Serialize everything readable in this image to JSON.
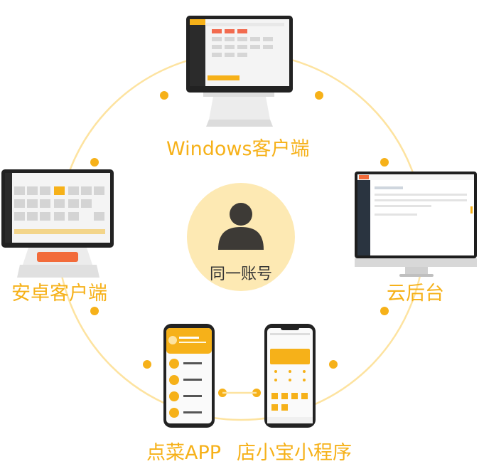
{
  "center": {
    "label": "同一账号",
    "icon": "user-avatar-icon"
  },
  "devices": {
    "windows": {
      "label": "Windows客户端",
      "icon": "pos-terminal-icon"
    },
    "cloud": {
      "label": "云后台",
      "icon": "desktop-monitor-icon"
    },
    "android": {
      "label": "安卓客户端",
      "icon": "pos-terminal-icon"
    },
    "app": {
      "label": "点菜APP",
      "icon": "smartphone-icon"
    },
    "mini": {
      "label": "店小宝小程序",
      "icon": "smartphone-icon"
    }
  },
  "colors": {
    "accent": "#f6b119",
    "ring": "#fde3a0",
    "disc": "#fde9b3",
    "avatar": "#3d3a36",
    "device": "#eeeeee",
    "screen": "#1f2f3f"
  }
}
